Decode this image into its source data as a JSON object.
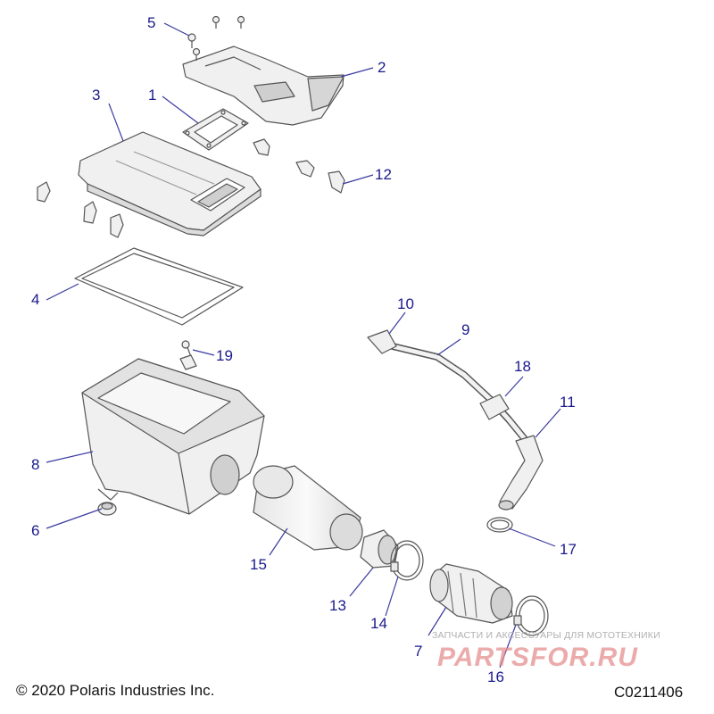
{
  "callouts": {
    "c1": "1",
    "c2": "2",
    "c3": "3",
    "c4": "4",
    "c5": "5",
    "c6": "6",
    "c7": "7",
    "c8": "8",
    "c9": "9",
    "c10": "10",
    "c11": "11",
    "c12": "12",
    "c13": "13",
    "c14": "14",
    "c15": "15",
    "c16": "16",
    "c17": "17",
    "c18": "18",
    "c19": "19"
  },
  "footer": {
    "copyright": "© 2020 Polaris Industries Inc.",
    "diagram_code": "C0211406"
  },
  "watermark": {
    "tagline": "ЗАПЧАСТИ И АКСЕССУАРЫ ДЛЯ МОТОТЕХНИКИ",
    "brand": "PARTSFOR.RU"
  },
  "colors": {
    "callout_text": "#1a1a8c",
    "leader_line": "#3a3aa0",
    "part_outline": "#555555",
    "part_fill": "#f0f0f0"
  }
}
